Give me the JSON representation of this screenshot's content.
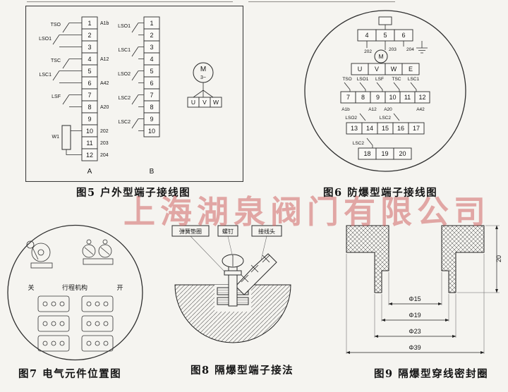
{
  "page": {
    "watermark": "上海湖泉阀门有限公司"
  },
  "fig5": {
    "caption": "图5  户外型端子接线图",
    "strip_a": {
      "label": "A",
      "terminals": [
        "1",
        "2",
        "3",
        "4",
        "5",
        "6",
        "7",
        "8",
        "9",
        "10",
        "11",
        "12"
      ],
      "switches": [
        "TSO",
        "LSO1",
        "TSC",
        "LSC1",
        "LSF"
      ],
      "resistor": "W1",
      "wire_labels": [
        "A1b",
        "A12",
        "A42",
        "A20"
      ],
      "phase_labels": [
        "202",
        "203",
        "204"
      ]
    },
    "strip_b": {
      "label": "B",
      "terminals": [
        "1",
        "2",
        "3",
        "4",
        "5",
        "6",
        "7",
        "8",
        "9",
        "10"
      ],
      "switches": [
        "LSO1",
        "LSC1",
        "LSO2",
        "LSC2",
        "LSC2"
      ]
    },
    "motor": {
      "label": "M",
      "phase": "3~",
      "terminals": [
        "U",
        "V",
        "W"
      ]
    }
  },
  "fig6": {
    "caption": "图6  防爆型端子接线图",
    "row_top": [
      "4",
      "5",
      "6"
    ],
    "phase_labels": [
      "202",
      "203",
      "204"
    ],
    "motor_label": "M",
    "row_uvwe": [
      "U",
      "V",
      "W",
      "E"
    ],
    "switch_row1": [
      "TSO",
      "LSO1",
      "LSF",
      "TSC",
      "LSC1"
    ],
    "row_7_12": [
      "7",
      "8",
      "9",
      "10",
      "11",
      "12"
    ],
    "wire_labels": [
      "A1b",
      "A12",
      "A20",
      "A42"
    ],
    "switch_row2": [
      "LSO2",
      "LSC2"
    ],
    "switch_row3": [
      "LSC2"
    ],
    "row_13_17": [
      "13",
      "14",
      "15",
      "16",
      "17"
    ],
    "row_18_20": [
      "18",
      "19",
      "20"
    ]
  },
  "fig7": {
    "caption": "图7  电气元件位置图",
    "label_close": "关",
    "label_mechanism": "行程机构",
    "label_open": "开"
  },
  "fig8": {
    "caption": "图8  隔爆型端子接法",
    "label_spring_washer": "弹簧垫圈",
    "label_screw": "螺钉",
    "label_terminal": "接线头"
  },
  "fig9": {
    "caption": "图9  隔爆型穿线密封圈",
    "dims": [
      "Φ15",
      "Φ19",
      "Φ23",
      "Φ39"
    ],
    "dim_height": "20"
  }
}
